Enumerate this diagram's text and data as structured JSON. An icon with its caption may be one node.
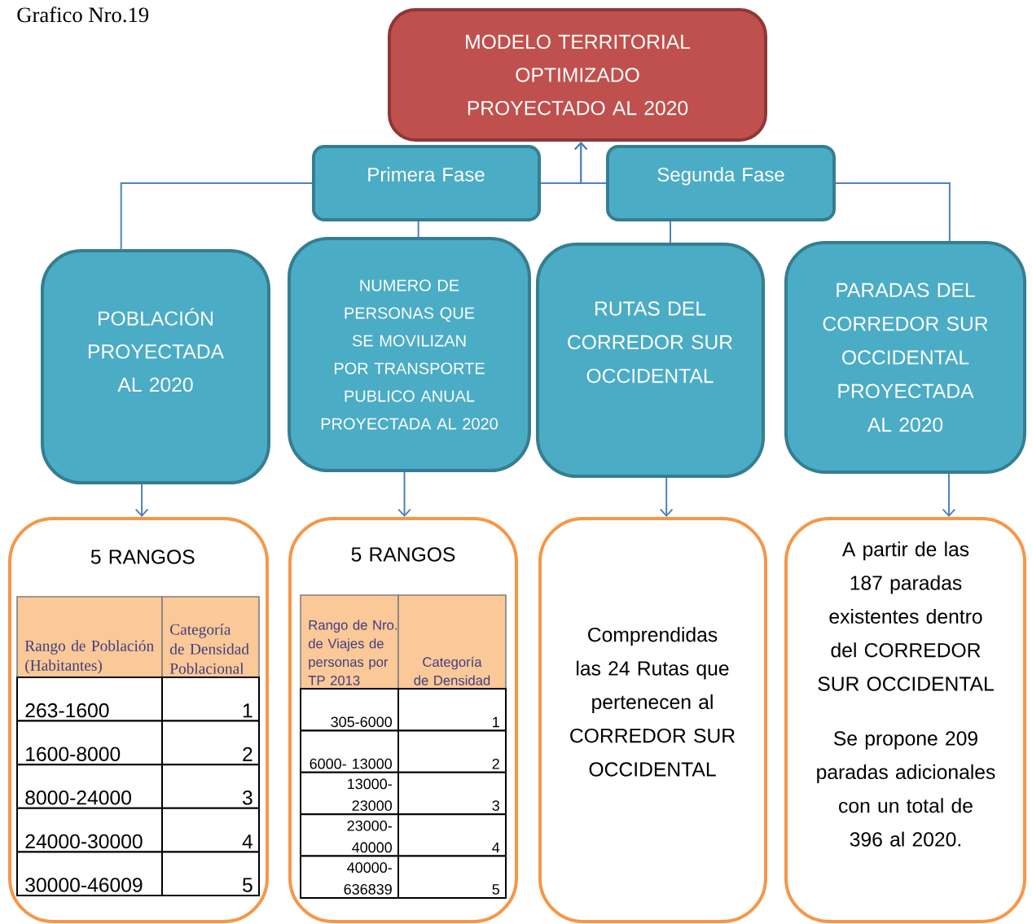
{
  "diagram": {
    "title": "Grafico Nro.19",
    "nodes": [
      {
        "text": [
          "MODELO TERRITORIAL OPTIMIZADO PROYECTADO AL 2020"
        ]
      },
      {
        "text": [
          "Primera Fase"
        ]
      },
      {
        "text": [
          "Segunda Fase"
        ]
      },
      {
        "text": [
          "POBLACIÓN PROYECTADA AL 2020"
        ]
      },
      {
        "text": [
          "NUMERO DE PERSONAS QUE SE MOVILIZAN POR TRANSPORTE PUBLICO ANUAL PROYECTADA AL 2020"
        ]
      },
      {
        "text": [
          "RUTAS DEL CORREDOR SUR OCCIDENTAL"
        ]
      },
      {
        "text": [
          "PARADAS DEL CORREDOR SUR OCCIDENTAL PROYECTADA AL 2020"
        ]
      },
      {
        "text": [
          "5 RANGOS"
        ]
      },
      {
        "text": [
          "5 RANGOS"
        ]
      },
      {
        "text": [
          "Comprendidas las 24 Rutas que pertenecen al CORREDOR SUR OCCIDENTAL"
        ]
      },
      {
        "text": [
          "A partir de las 187 paradas existentes dentro del CORREDOR SUR OCCIDENTAL",
          "Se propone 209 paradas adicionales con un total de 396 al 2020."
        ]
      }
    ],
    "edges": [
      {
        "from": 1,
        "to": 0,
        "arrow": "to"
      },
      {
        "from": 2,
        "to": 0,
        "arrow": "to"
      },
      {
        "from": 1,
        "to": 3,
        "arrow": "none"
      },
      {
        "from": 1,
        "to": 4,
        "arrow": "none"
      },
      {
        "from": 2,
        "to": 5,
        "arrow": "none"
      },
      {
        "from": 2,
        "to": 6,
        "arrow": "none"
      },
      {
        "from": 3,
        "to": 7,
        "arrow": "to"
      },
      {
        "from": 4,
        "to": 8,
        "arrow": "to"
      },
      {
        "from": 5,
        "to": 9,
        "arrow": "to"
      },
      {
        "from": 6,
        "to": 10,
        "arrow": "to"
      }
    ],
    "labels": [
      "Rango de Población (Habitantes)",
      "Categoría de Densidad Poblacional",
      "263-1600",
      "1",
      "1600-8000",
      "2",
      "8000-24000",
      "3",
      "24000-30000",
      "4",
      "30000-46009",
      "5",
      "Rango de Nro. de Viajes de personas por TP 2013",
      "Categoría de Densidad",
      "305-6000",
      "1",
      "6000- 13000",
      "2",
      "13000- 23000",
      "3",
      "23000- 40000",
      "4",
      "40000- 636839",
      "5"
    ]
  }
}
